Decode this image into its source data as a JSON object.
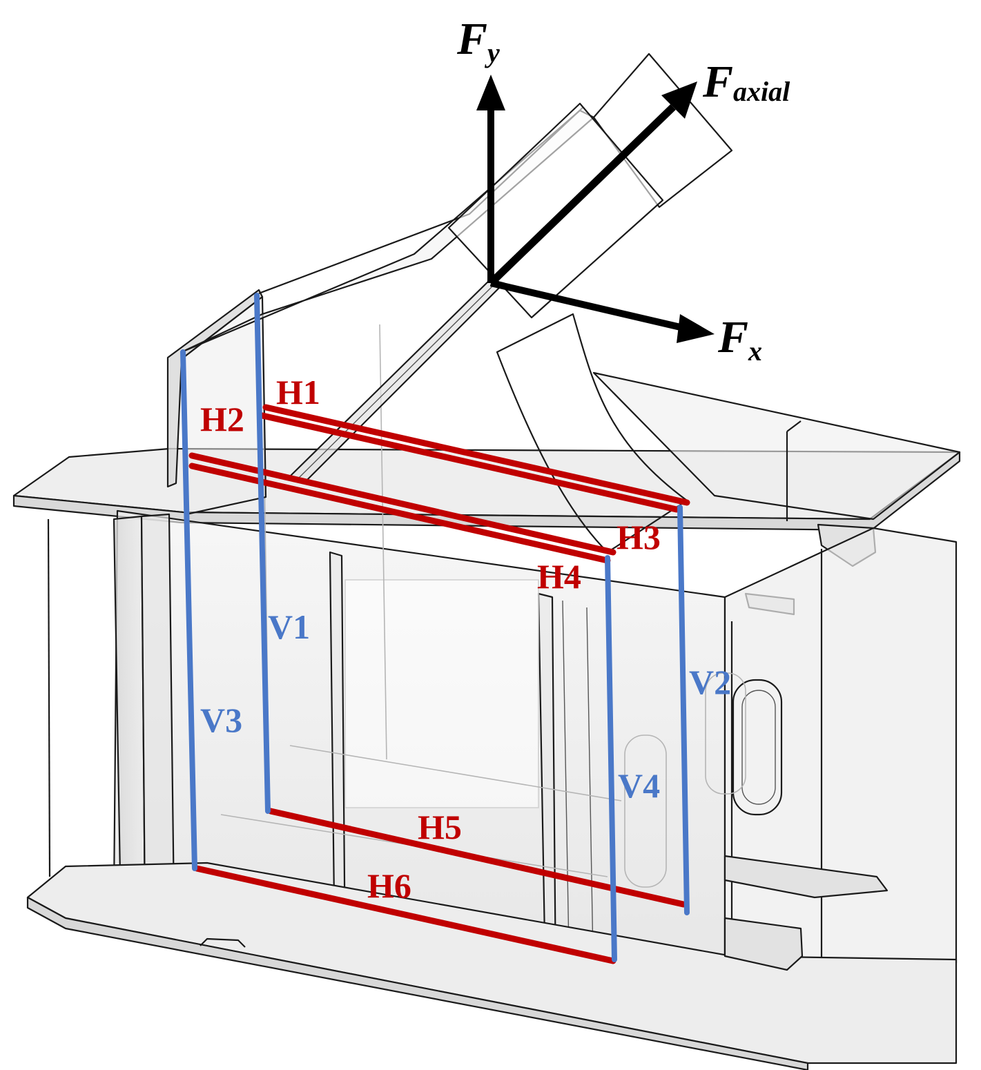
{
  "figure": {
    "forces": [
      {
        "id": "fy",
        "main": "F",
        "sub": "y"
      },
      {
        "id": "faxial",
        "main": "F",
        "sub": "axial"
      },
      {
        "id": "fx",
        "main": "F",
        "sub": "x"
      }
    ],
    "horizontal_lines": [
      {
        "id": "h1",
        "label": "H1"
      },
      {
        "id": "h2",
        "label": "H2"
      },
      {
        "id": "h3",
        "label": "H3"
      },
      {
        "id": "h4",
        "label": "H4"
      },
      {
        "id": "h5",
        "label": "H5"
      },
      {
        "id": "h6",
        "label": "H6"
      }
    ],
    "vertical_lines": [
      {
        "id": "v1",
        "label": "V1"
      },
      {
        "id": "v2",
        "label": "V2"
      },
      {
        "id": "v3",
        "label": "V3"
      },
      {
        "id": "v4",
        "label": "V4"
      }
    ],
    "colors": {
      "horizontal": "#c00000",
      "vertical": "#4a78c8",
      "structure_stroke": "#1a1a1a",
      "arrow": "#000000"
    }
  }
}
